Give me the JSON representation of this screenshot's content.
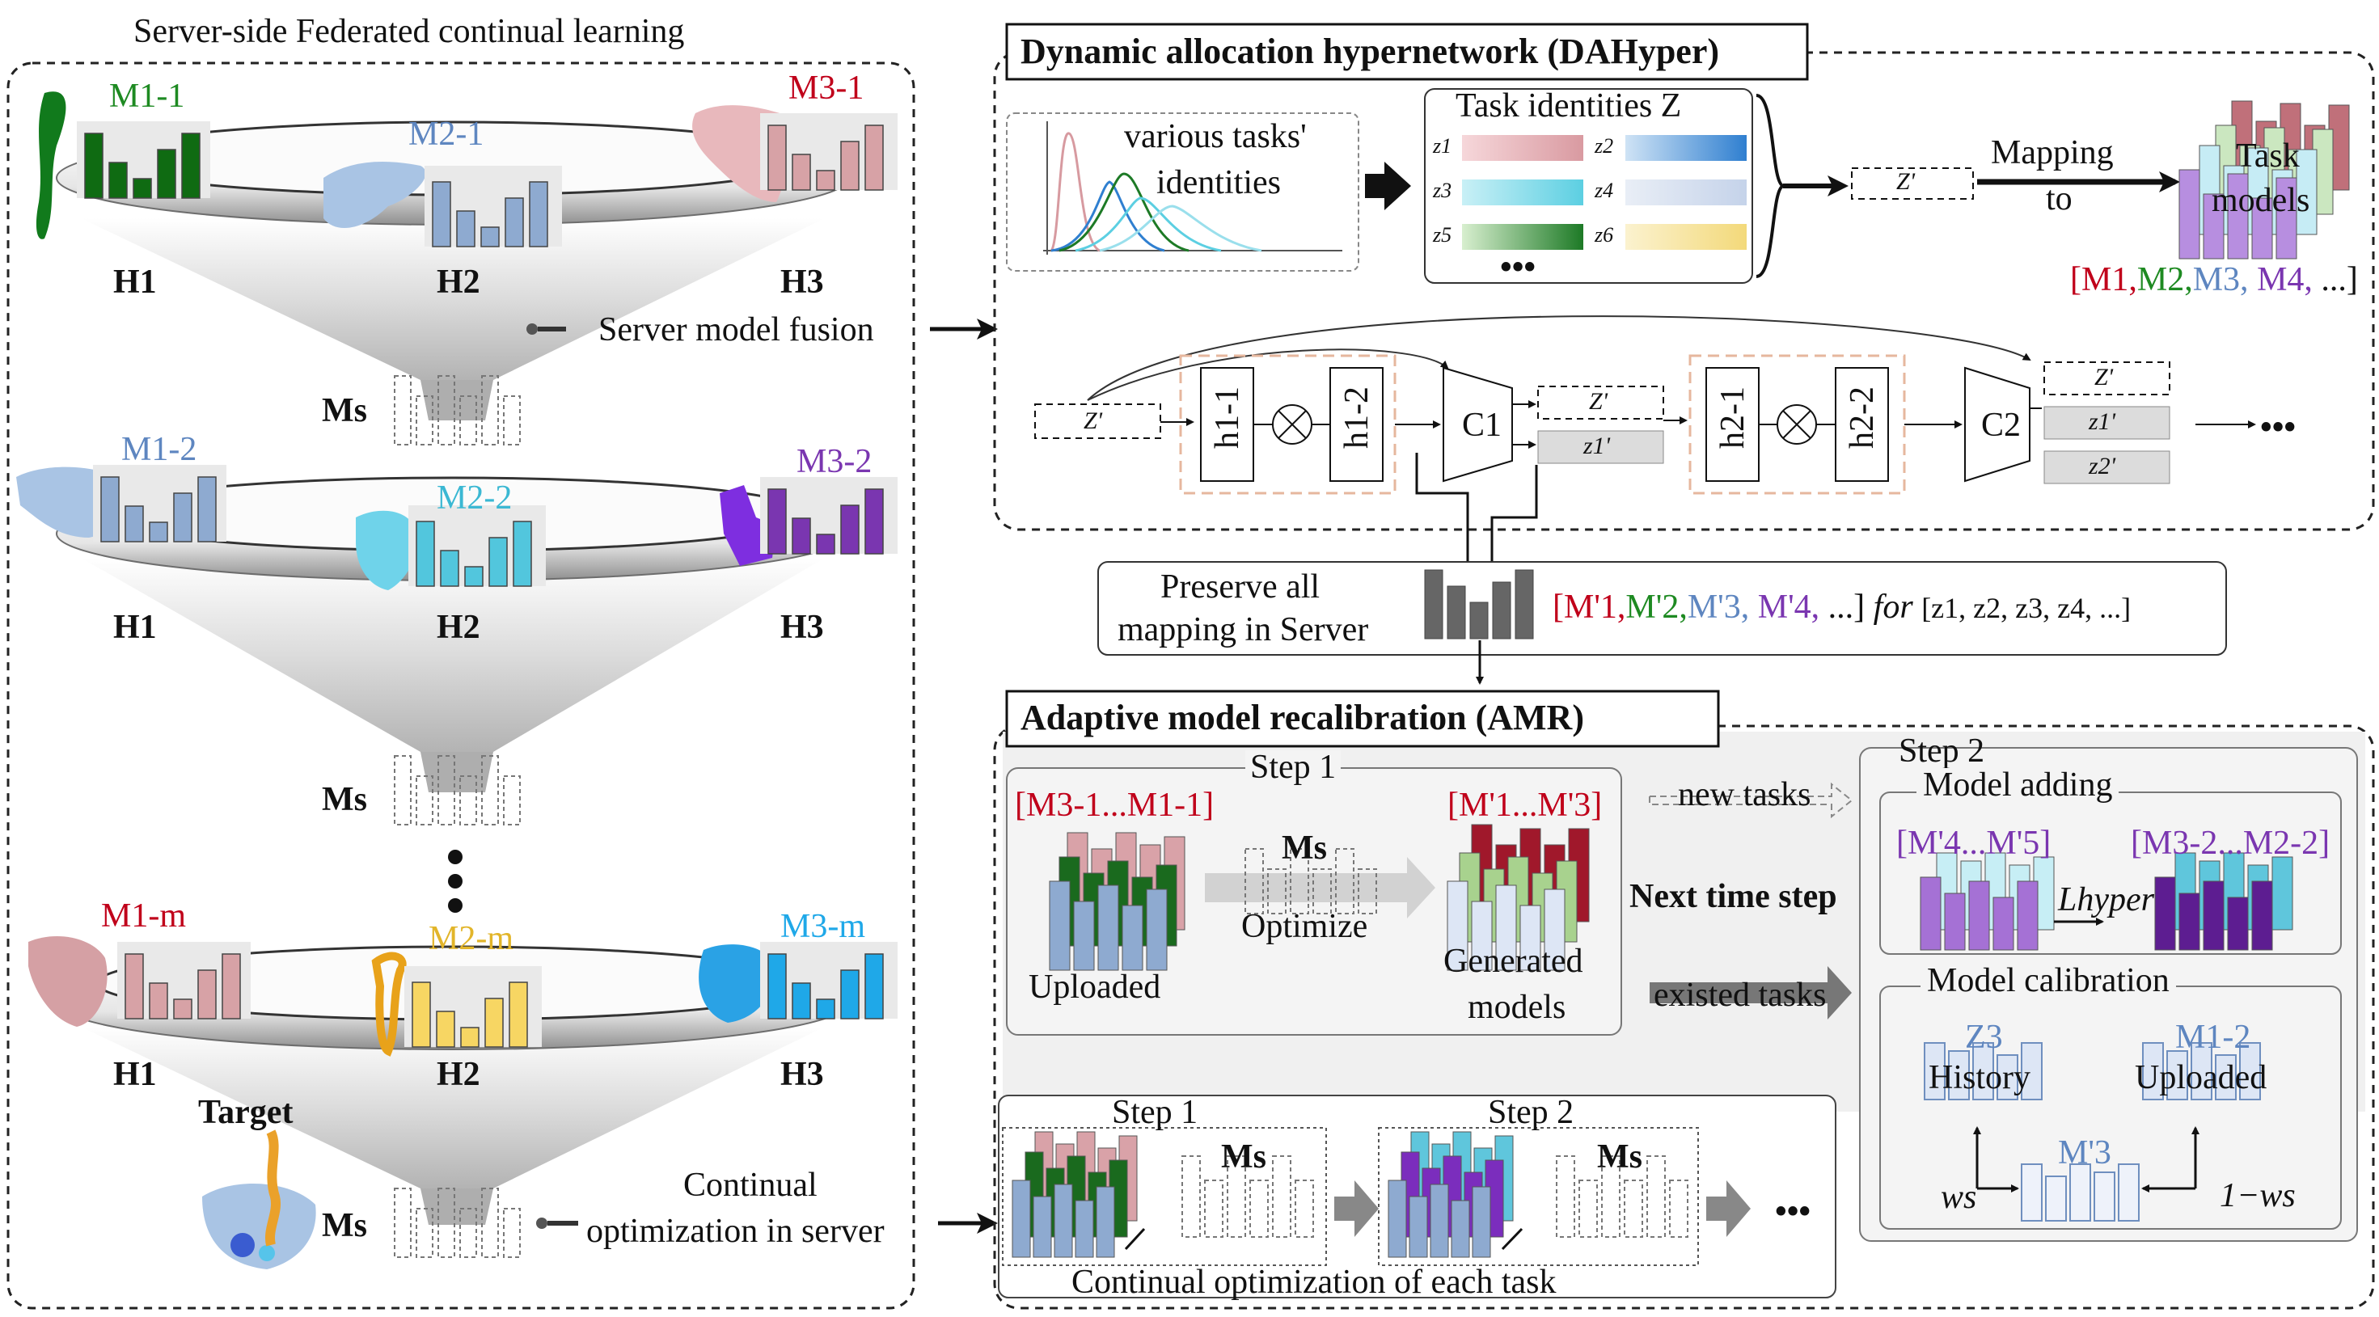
{
  "left_panel": {
    "title": "Server-side Federated continual learning",
    "hospitals": [
      "H1",
      "H2",
      "H3"
    ],
    "row1_models": [
      "M1-1",
      "M2-1",
      "M3-1"
    ],
    "row2_models": [
      "M1-2",
      "M2-2",
      "M3-2"
    ],
    "row3_models": [
      "M1-m",
      "M2-m",
      "M3-m"
    ],
    "server_model": "Ms",
    "target": "Target",
    "server_fusion": "Server model fusion",
    "continual_line1": "Continual",
    "continual_line2": "optimization in server"
  },
  "dahyper": {
    "title": "Dynamic allocation hypernetwork (DAHyper)",
    "tasks_line1": "various tasks'",
    "tasks_line2": "identities",
    "task_identities": "Task identities Z",
    "z_labels": [
      "z1",
      "z2",
      "z3",
      "z4",
      "z5",
      "z6"
    ],
    "ellipsis": "•••",
    "z_prime": "Z'",
    "mapping_line1": "Mapping",
    "mapping_line2": "to",
    "task_models_line1": "Task",
    "task_models_line2": "models",
    "model_list": [
      "[M1,",
      "M2,",
      "M3,",
      "M4,",
      "...]"
    ],
    "h_blocks": [
      "h1-1",
      "h1-2",
      "h2-1",
      "h2-2"
    ],
    "c_blocks": [
      "C1",
      "C2"
    ],
    "z1p": "z1'",
    "z2p": "z2'",
    "tail": "→ •••"
  },
  "preserve": {
    "line1": "Preserve all",
    "line2": "mapping in Server",
    "models": [
      "[M'1,",
      "M'2,",
      "M'3,",
      "M'4,",
      "...]"
    ],
    "for": "for",
    "zs": "[z1, z2, z3, z4, ...]"
  },
  "amr": {
    "title": "Adaptive model recalibration (AMR)",
    "step1": "Step 1",
    "step2": "Step 2",
    "uploaded_set": "[M3-1...M1-1]",
    "ms": "Ms",
    "optimize": "Optimize",
    "uploaded": "Uploaded",
    "generated_set": "[M'1...M'3]",
    "generated_line1": "Generated",
    "generated_line2": "models",
    "new_tasks": "new tasks",
    "next_time_step": "Next time step",
    "existed_tasks": "existed tasks",
    "model_adding": "Model adding",
    "adding_from": "[M'4...M'5]",
    "adding_to": "[M3-2...M2-2]",
    "l_hyper": "Lhyper",
    "model_calibration": "Model calibration",
    "z3": "Z3",
    "history": "History",
    "m12": "M1-2",
    "uploaded2": "Uploaded",
    "m3p": "M'3",
    "ws": "ws",
    "one_minus_ws": "1−ws"
  },
  "bottom": {
    "step1": "Step 1",
    "step2": "Step 2",
    "ms": "Ms",
    "ellipsis": "•••",
    "caption": "Continual optimization of each task"
  },
  "colors": {
    "green": "#0f6b12",
    "blue": "#8eaad0",
    "pink": "#d7a2a6",
    "purple": "#7a36b0",
    "cyan": "#52c6dd",
    "yellow": "#f7d663",
    "skyblue": "#1fa8e8",
    "red": "#c0001a",
    "panel": "#f1f1f1"
  }
}
